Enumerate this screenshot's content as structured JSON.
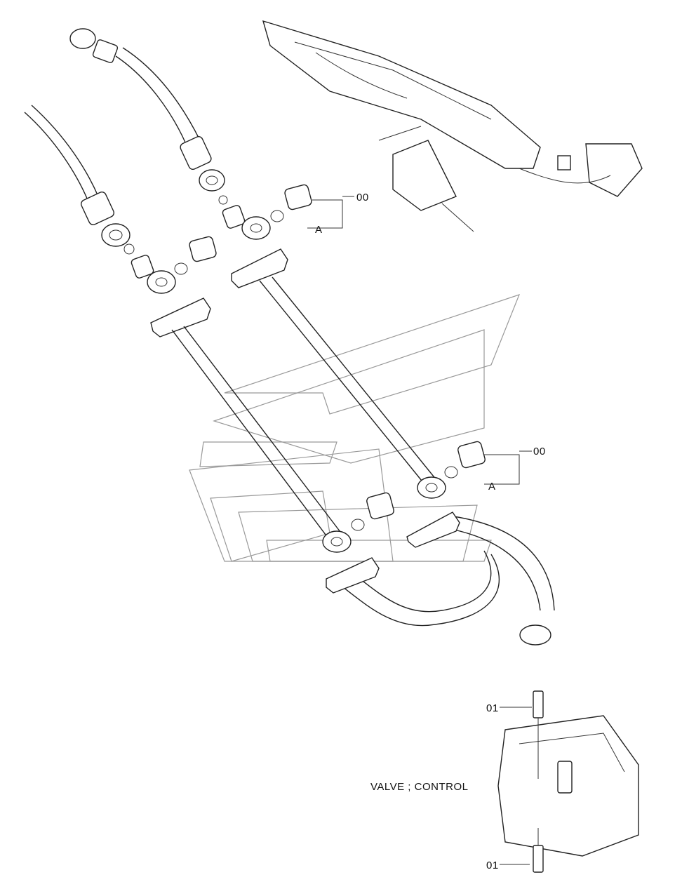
{
  "diagram": {
    "callouts": [
      {
        "id": "callout-00-top",
        "text": "00"
      },
      {
        "id": "callout-a-top",
        "text": "A"
      },
      {
        "id": "callout-00-mid",
        "text": "00"
      },
      {
        "id": "callout-a-mid",
        "text": "A"
      },
      {
        "id": "callout-01-upper",
        "text": "01"
      },
      {
        "id": "callout-01-lower",
        "text": "01"
      }
    ],
    "valve_label": "VALVE ; CONTROL"
  }
}
